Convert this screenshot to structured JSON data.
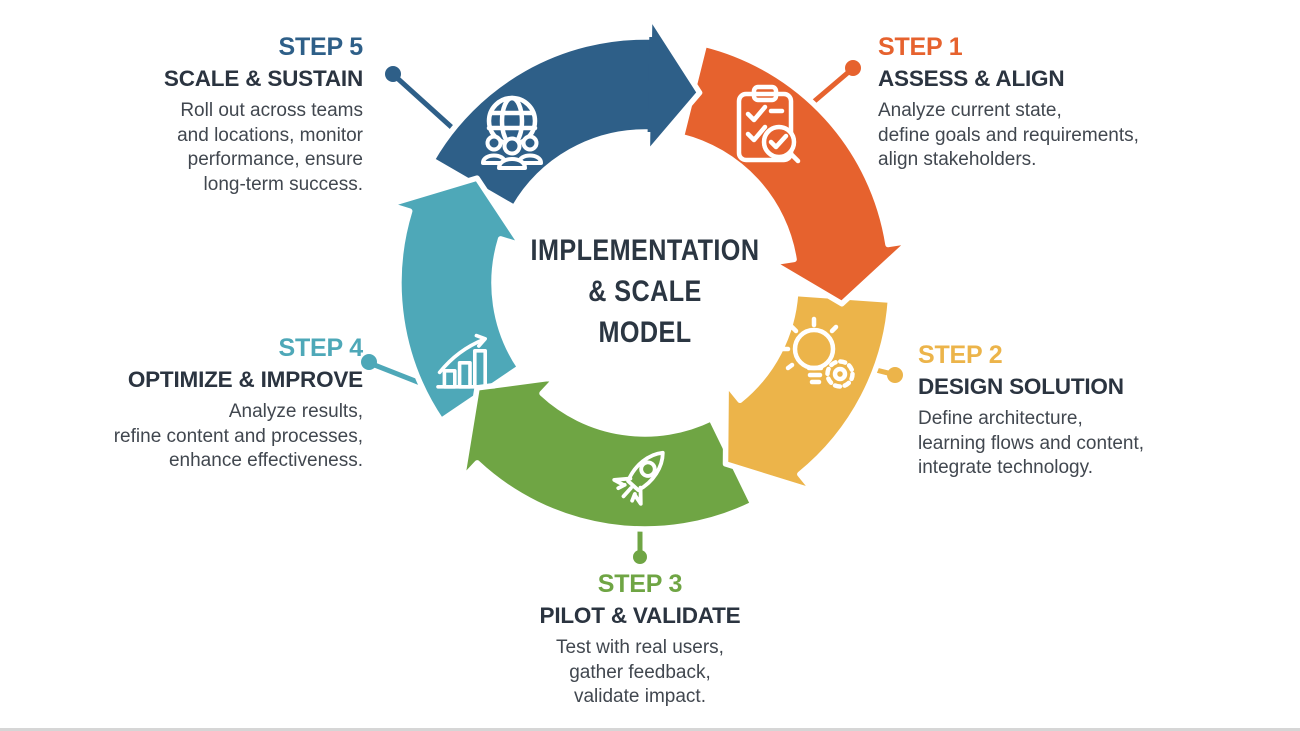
{
  "title": {
    "lines": [
      "IMPLEMENTATION",
      "& SCALE",
      "MODEL"
    ],
    "full": "IMPLEMENTATION & SCALE MODEL"
  },
  "steps": [
    {
      "id": "step-1",
      "label": "STEP 1",
      "heading": "ASSESS & ALIGN",
      "desc_lines": [
        "Analyze current state,",
        "define goals and requirements,",
        "align stakeholders."
      ],
      "color": "#E6622E",
      "icon": "clipboard-check-icon"
    },
    {
      "id": "step-2",
      "label": "STEP 2",
      "heading": "DESIGN SOLUTION",
      "desc_lines": [
        "Define architecture,",
        "learning flows and content,",
        "integrate technology."
      ],
      "color": "#ECB44A",
      "icon": "bulb-gear-icon"
    },
    {
      "id": "step-3",
      "label": "STEP 3",
      "heading": "PILOT & VALIDATE",
      "desc_lines": [
        "Test with real users,",
        "gather feedback,",
        "validate impact."
      ],
      "color": "#6FA544",
      "icon": "rocket-icon"
    },
    {
      "id": "step-4",
      "label": "STEP 4",
      "heading": "OPTIMIZE & IMPROVE",
      "desc_lines": [
        "Analyze results,",
        "refine content and processes,",
        "enhance effectiveness."
      ],
      "color": "#4EA8B8",
      "icon": "growth-chart-icon"
    },
    {
      "id": "step-5",
      "label": "STEP 5",
      "heading": "SCALE & SUSTAIN",
      "desc_lines": [
        "Roll out across teams",
        "and locations, monitor",
        "performance, ensure",
        "long-term success."
      ],
      "color": "#2E5F88",
      "icon": "global-team-icon"
    }
  ],
  "text_colors": {
    "title": "#2B3642",
    "heading": "#2B3440",
    "body": "#41474F"
  }
}
